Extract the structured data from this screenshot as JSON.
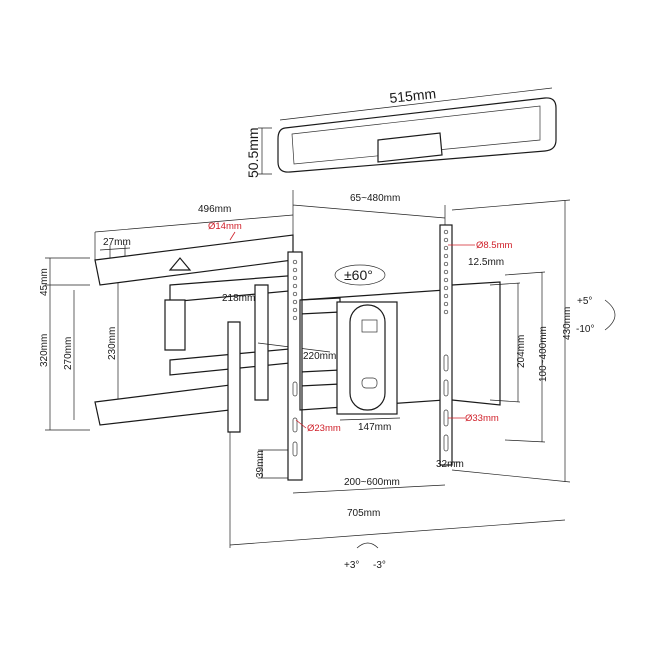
{
  "soundbar": {
    "width_label": "515mm",
    "height_label": "50.5mm"
  },
  "dimensions": {
    "wall_plate_width": "496mm",
    "arm_span": "65~480mm",
    "hole_pitch": "27mm",
    "wall_hole_diameter": "Ø14mm",
    "top_offset": "45mm",
    "total_height_left": "320mm",
    "plate_height": "270mm",
    "arm_height": "230mm",
    "arm_length_1": "218mm",
    "arm_length_2": "220mm",
    "swivel": "±60°",
    "vesa_hole_small": "Ø8.5mm",
    "hole_spacing": "12.5mm",
    "inner_height": "204mm",
    "vesa_vertical": "100~400mm",
    "total_height_right": "430mm",
    "tilt_up": "+5°",
    "tilt_down": "-10°",
    "center_plate_width": "147mm",
    "hole_23": "Ø23mm",
    "hole_33": "Ø33mm",
    "rail_width": "32mm",
    "bottom_offset": "39mm",
    "vesa_horizontal": "200~600mm",
    "total_width": "705mm",
    "level_plus": "+3°",
    "level_minus": "-3°"
  },
  "colors": {
    "line": "#1a1a1a",
    "accent": "#d0202a"
  }
}
